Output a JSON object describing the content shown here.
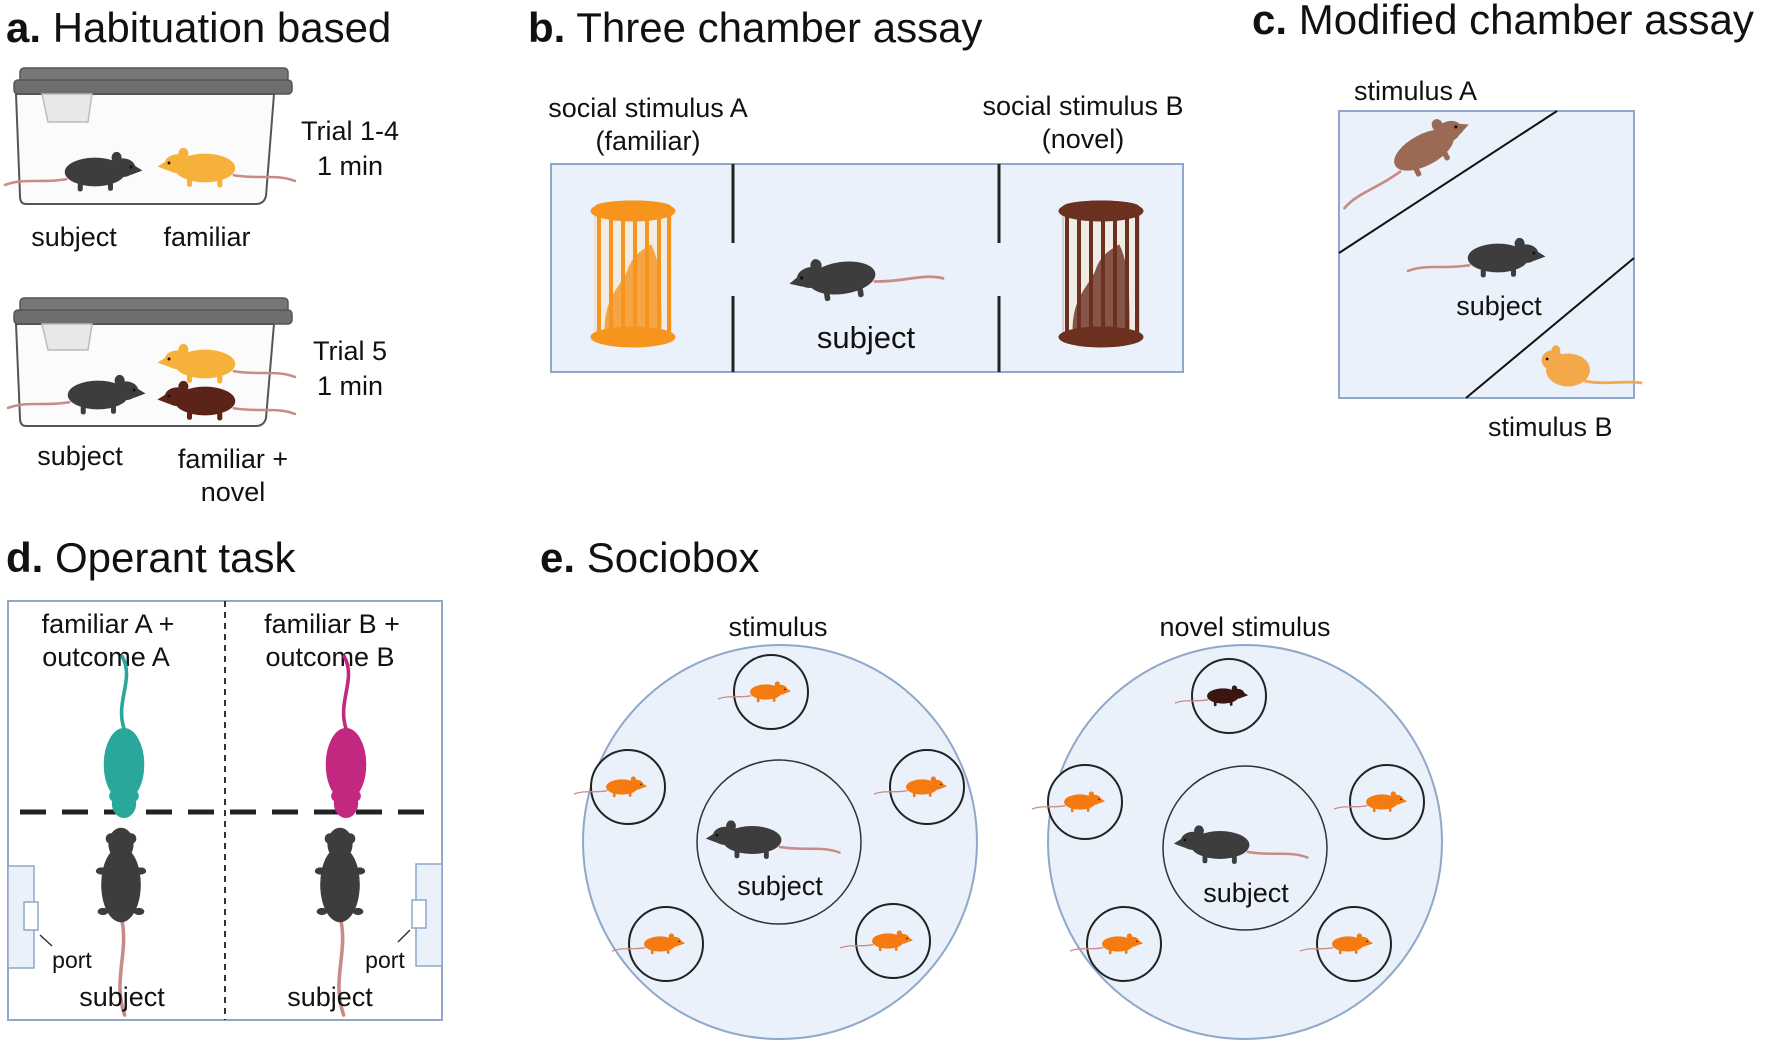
{
  "panels": {
    "a": {
      "letter": "a.",
      "title": "Habituation based",
      "trial1": [
        "Trial 1-4",
        "1 min"
      ],
      "trial2": [
        "Trial 5",
        "1 min"
      ],
      "subject": "subject",
      "familiar": "familiar",
      "familiar_novel": [
        "familiar +",
        "novel"
      ]
    },
    "b": {
      "letter": "b.",
      "title": "Three chamber assay",
      "stim_a": [
        "social stimulus A",
        "(familiar)"
      ],
      "stim_b": [
        "social stimulus B",
        "(novel)"
      ],
      "subject": "subject"
    },
    "c": {
      "letter": "c.",
      "title": "Modified chamber assay",
      "stim_a": "stimulus A",
      "stim_b": "stimulus B",
      "subject": "subject"
    },
    "d": {
      "letter": "d.",
      "title": "Operant task",
      "left": [
        "familiar A +",
        "outcome A"
      ],
      "right": [
        "familiar B +",
        "outcome B"
      ],
      "port": "port",
      "subject": "subject"
    },
    "e": {
      "letter": "e.",
      "title": "Sociobox",
      "left_label": "stimulus",
      "right_label": "novel stimulus",
      "subject": "subject"
    }
  },
  "colors": {
    "subject_mouse": "#3d3d3d",
    "familiar_yellow": "#f6b13a",
    "novel_brown": "#5c2418",
    "stim_orange": "#f57a0f",
    "cage_orange": "#f7941d",
    "cage_brown": "#6b3020",
    "teal": "#2aa79b",
    "magenta": "#c2287f",
    "stim_a_brown": "#9a6a55",
    "stim_b_orange": "#f3a84a",
    "arena_fill": "#eaf1fa",
    "arena_stroke": "#8fa7c9"
  }
}
